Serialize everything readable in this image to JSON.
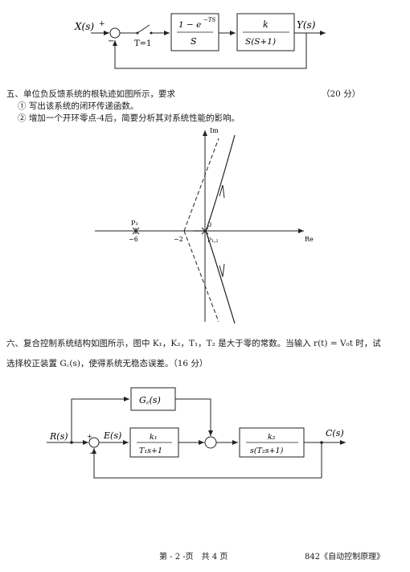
{
  "fig1": {
    "input": "X(s)",
    "output": "Y(s)",
    "plus": "+",
    "minus": "−",
    "switch_label": "T=1",
    "zoh_num": "1 − e",
    "zoh_exp": "−TS",
    "zoh_den": "S",
    "plant_num": "k",
    "plant_den": "S(S+1)"
  },
  "q5": {
    "title": "五、单位负反馈系统的根轨迹如图所示，要求",
    "points": "（20 分）",
    "item1": "① 写出该系统的闭环传递函数。",
    "item2": "② 增加一个开环零点-4后，简要分析其对系统性能的影响。"
  },
  "fig2": {
    "im_label": "Im",
    "re_label": "Re",
    "p3_label": "P₃",
    "minus6": "−6",
    "minus2": "−2",
    "zero": "0",
    "p12_label": "P₁,₂"
  },
  "q6": {
    "line1": "六、复合控制系统结构如图所示，图中 K₁，K₂，T₁，T₂ 是大于零的常数。当输入 r(t) = V₀t 时，试",
    "line2": "选择校正装置 G꜀(s)，使得系统无稳态误差。（16 分）"
  },
  "fig3": {
    "input": "R(s)",
    "error": "E(s)",
    "output": "C(s)",
    "gc": "G꜀(s)",
    "b1_num": "k₁",
    "b1_den": "T₁s+1",
    "b2_num": "k₂",
    "b2_den": "s(T₂s+1)",
    "plus": "+",
    "minus": "−"
  },
  "footer": {
    "page": "第 - 2 -页　共 4 页",
    "course": "842《自动控制原理》"
  }
}
